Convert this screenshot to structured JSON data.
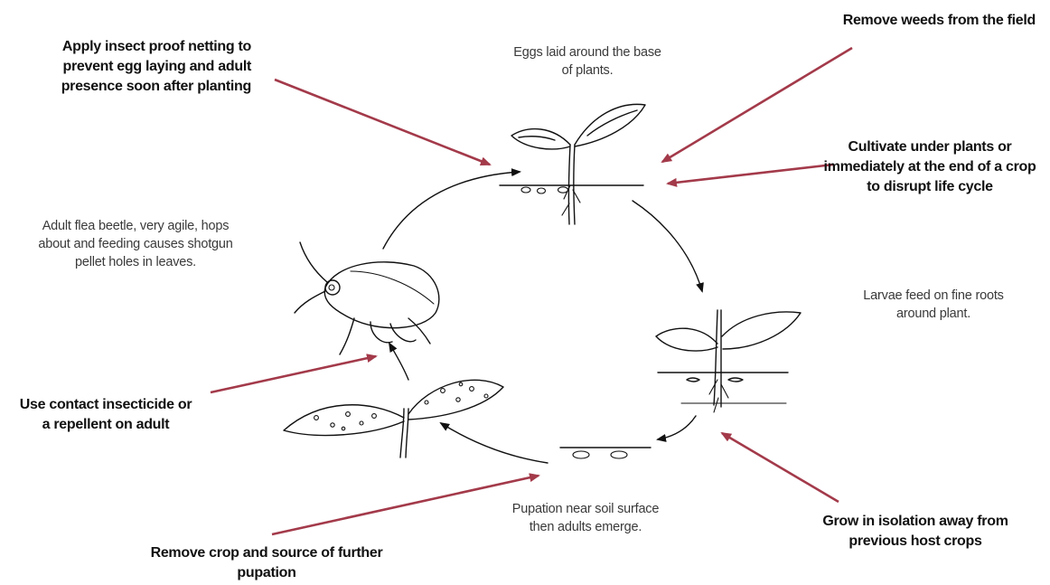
{
  "diagram": {
    "interventions": {
      "netting": [
        "Apply insect proof netting to",
        "prevent egg laying and adult",
        "presence soon after planting"
      ],
      "weeds": [
        "Remove weeds from the field"
      ],
      "cultivate": [
        "Cultivate under plants or",
        "immediately at the end of a crop",
        "to disrupt life cycle"
      ],
      "insecticide": [
        "Use contact insecticide or",
        "a repellent on adult"
      ],
      "isolation": [
        "Grow in isolation away from",
        "previous host crops"
      ],
      "remove_crop": [
        "Remove crop and source of further",
        "pupation"
      ]
    },
    "stages": {
      "eggs": [
        "Eggs laid around the base",
        "of plants."
      ],
      "adult": [
        "Adult flea beetle, very agile, hops",
        "about and feeding causes shotgun",
        "pellet holes in leaves."
      ],
      "larvae": [
        "Larvae feed on fine roots",
        "around plant."
      ],
      "pupation": [
        "Pupation near soil surface",
        "then adults emerge."
      ]
    },
    "colors": {
      "intervention_arrow": "#a33a4a",
      "cycle_arrow": "#111111",
      "label_text": "#111111",
      "note_text": "#3a3a3a"
    }
  }
}
